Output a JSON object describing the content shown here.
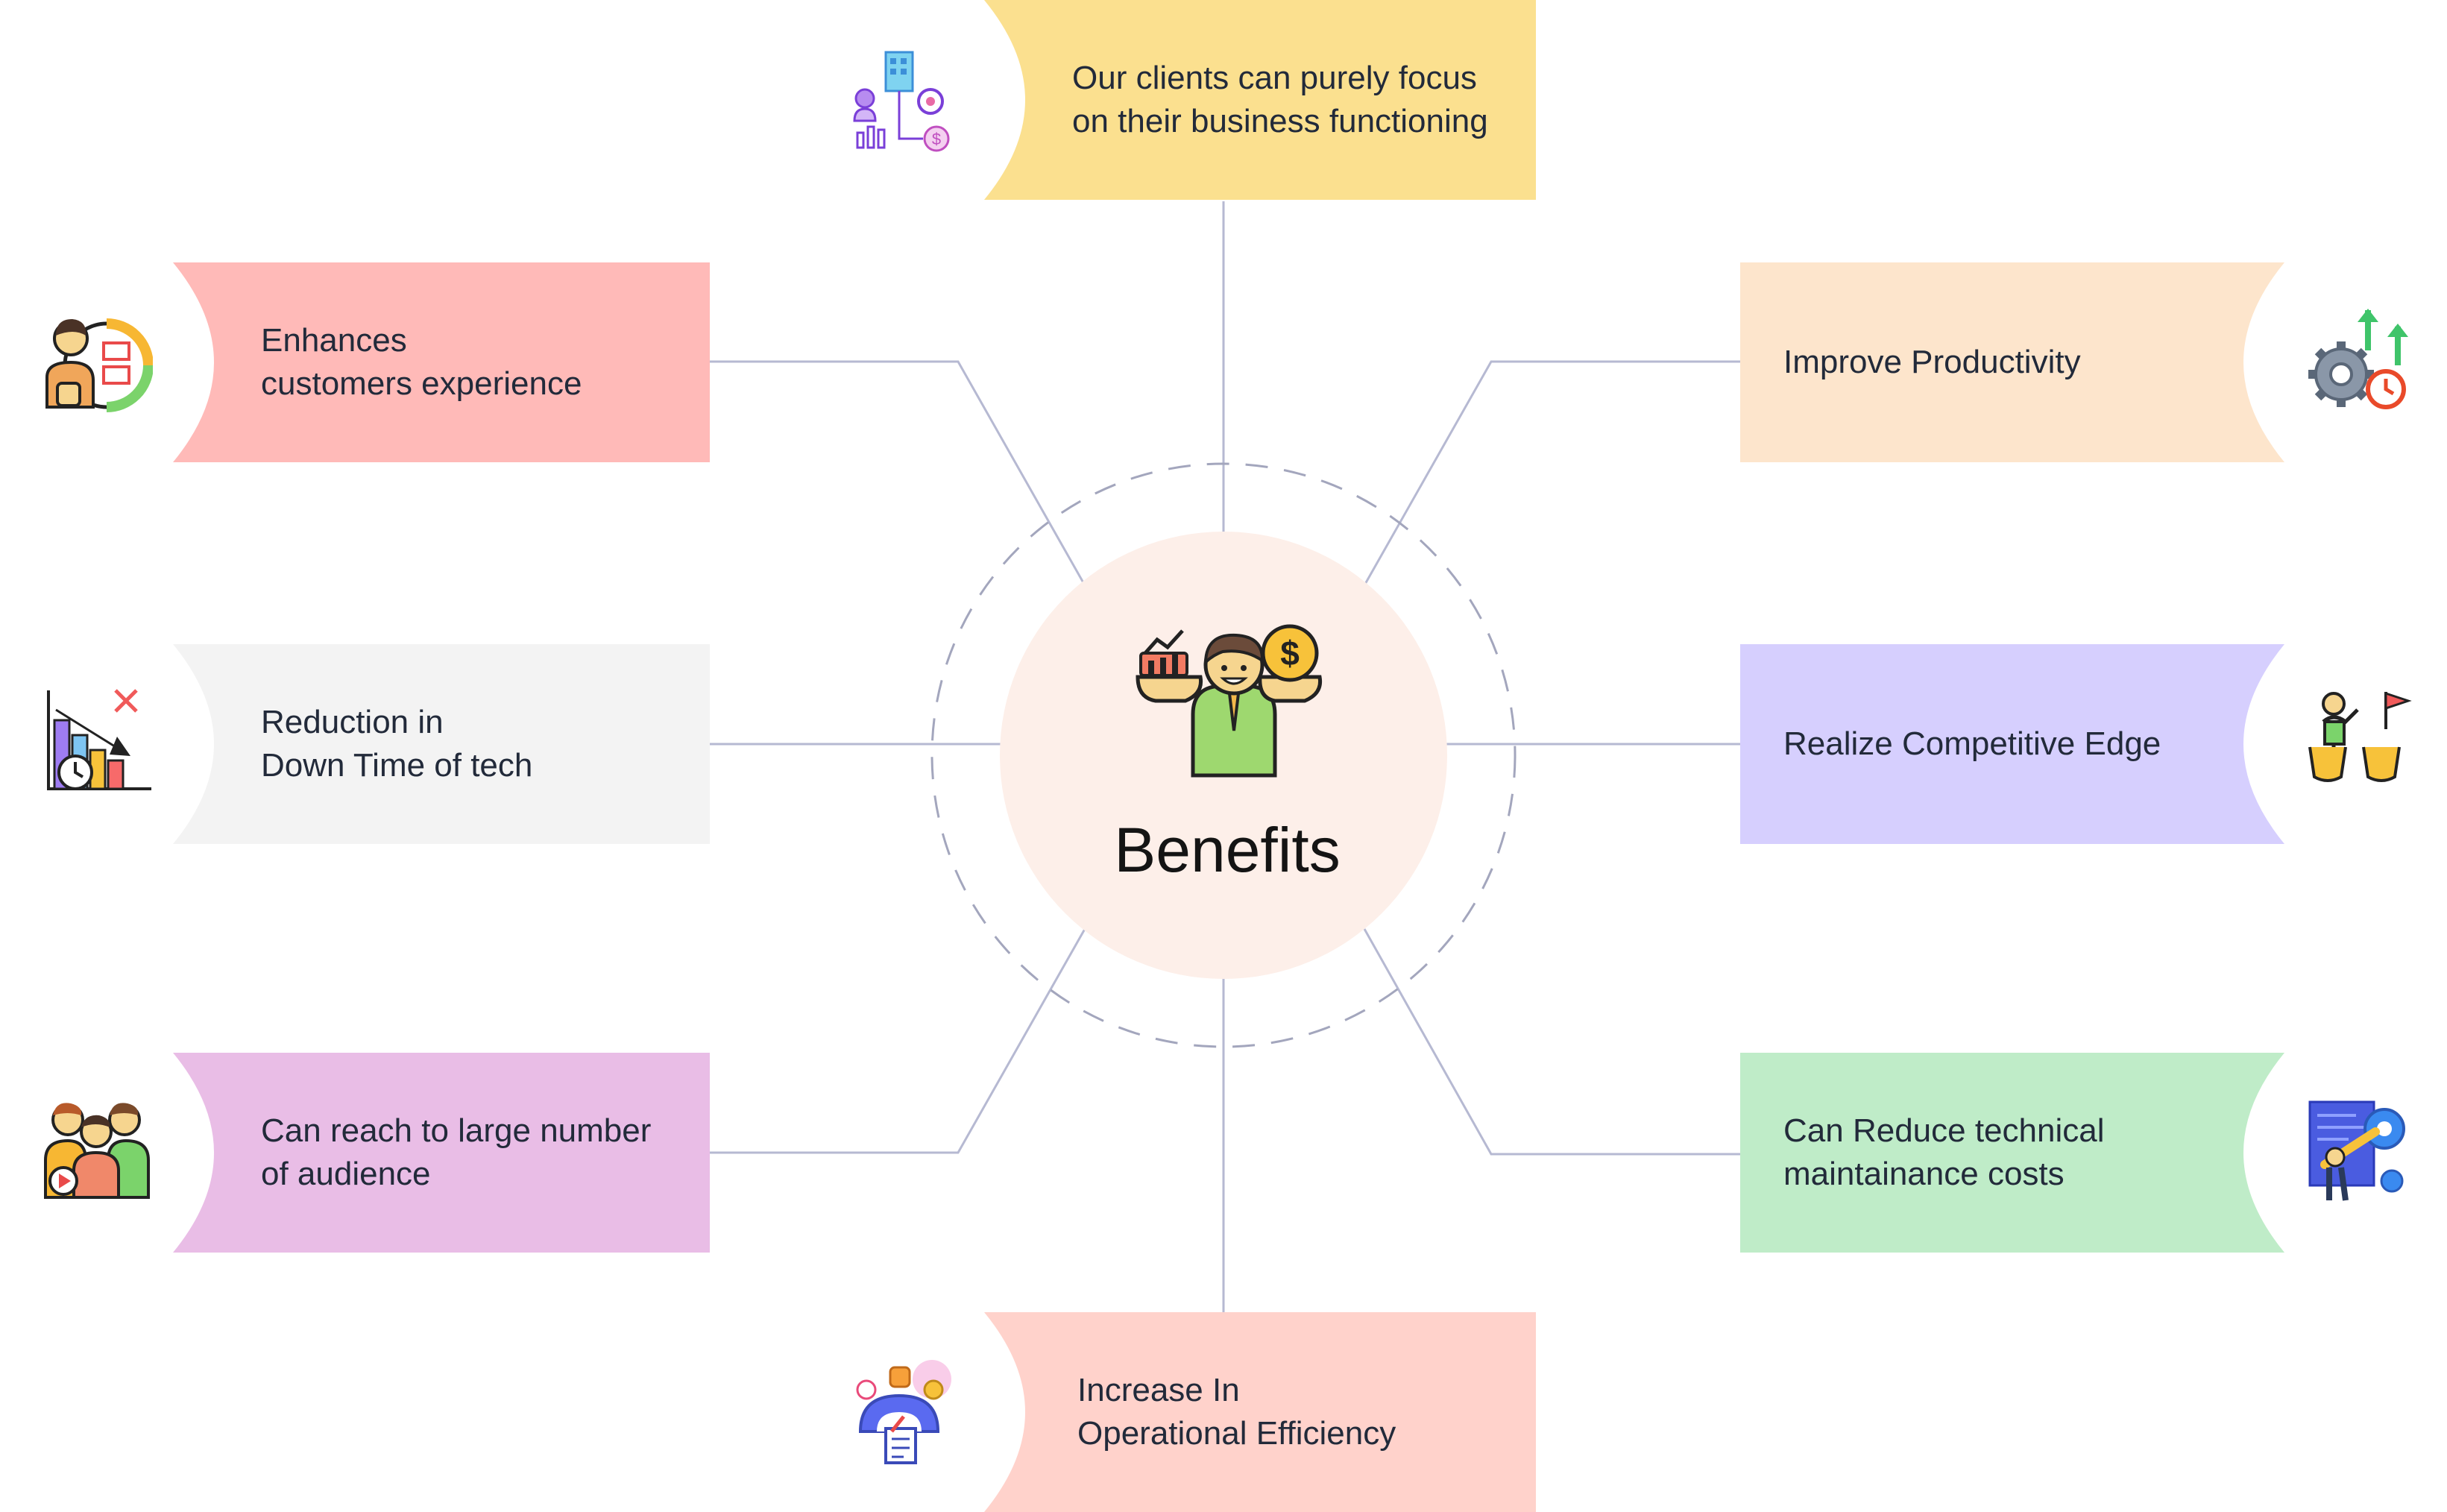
{
  "hub": {
    "title": "Benefits",
    "color": "#fdefe9",
    "icon": "businessman-icon"
  },
  "colors": {
    "connector": "#b6b9d2",
    "ring": "#a3a6bd",
    "text": "#222a3a"
  },
  "benefits": [
    {
      "id": "top",
      "text": "Our clients can purely focus\non their business functioning",
      "color": "#fbe08f",
      "icon": "business-strategy-icon"
    },
    {
      "id": "left1",
      "text": "Enhances\ncustomers experience",
      "color": "#ffbab8",
      "icon": "customer-checklist-icon"
    },
    {
      "id": "left2",
      "text": "Reduction in\nDown Time of tech",
      "color": "#f3f3f3",
      "icon": "downtime-chart-icon"
    },
    {
      "id": "left3",
      "text": "Can reach to large number\nof audience",
      "color": "#e9bde6",
      "icon": "audience-icon"
    },
    {
      "id": "right1",
      "text": "Improve Productivity",
      "color": "#fde5cc",
      "icon": "gear-growth-icon"
    },
    {
      "id": "right2",
      "text": "Realize Competitive Edge",
      "color": "#d6cffe",
      "icon": "competition-icon"
    },
    {
      "id": "right3",
      "text": "Can Reduce technical\nmaintainance costs",
      "color": "#bfecc8",
      "icon": "maintenance-icon"
    },
    {
      "id": "bottom",
      "text": "Increase In\nOperational Efficiency",
      "color": "#ffd2cb",
      "icon": "efficiency-icon"
    }
  ]
}
